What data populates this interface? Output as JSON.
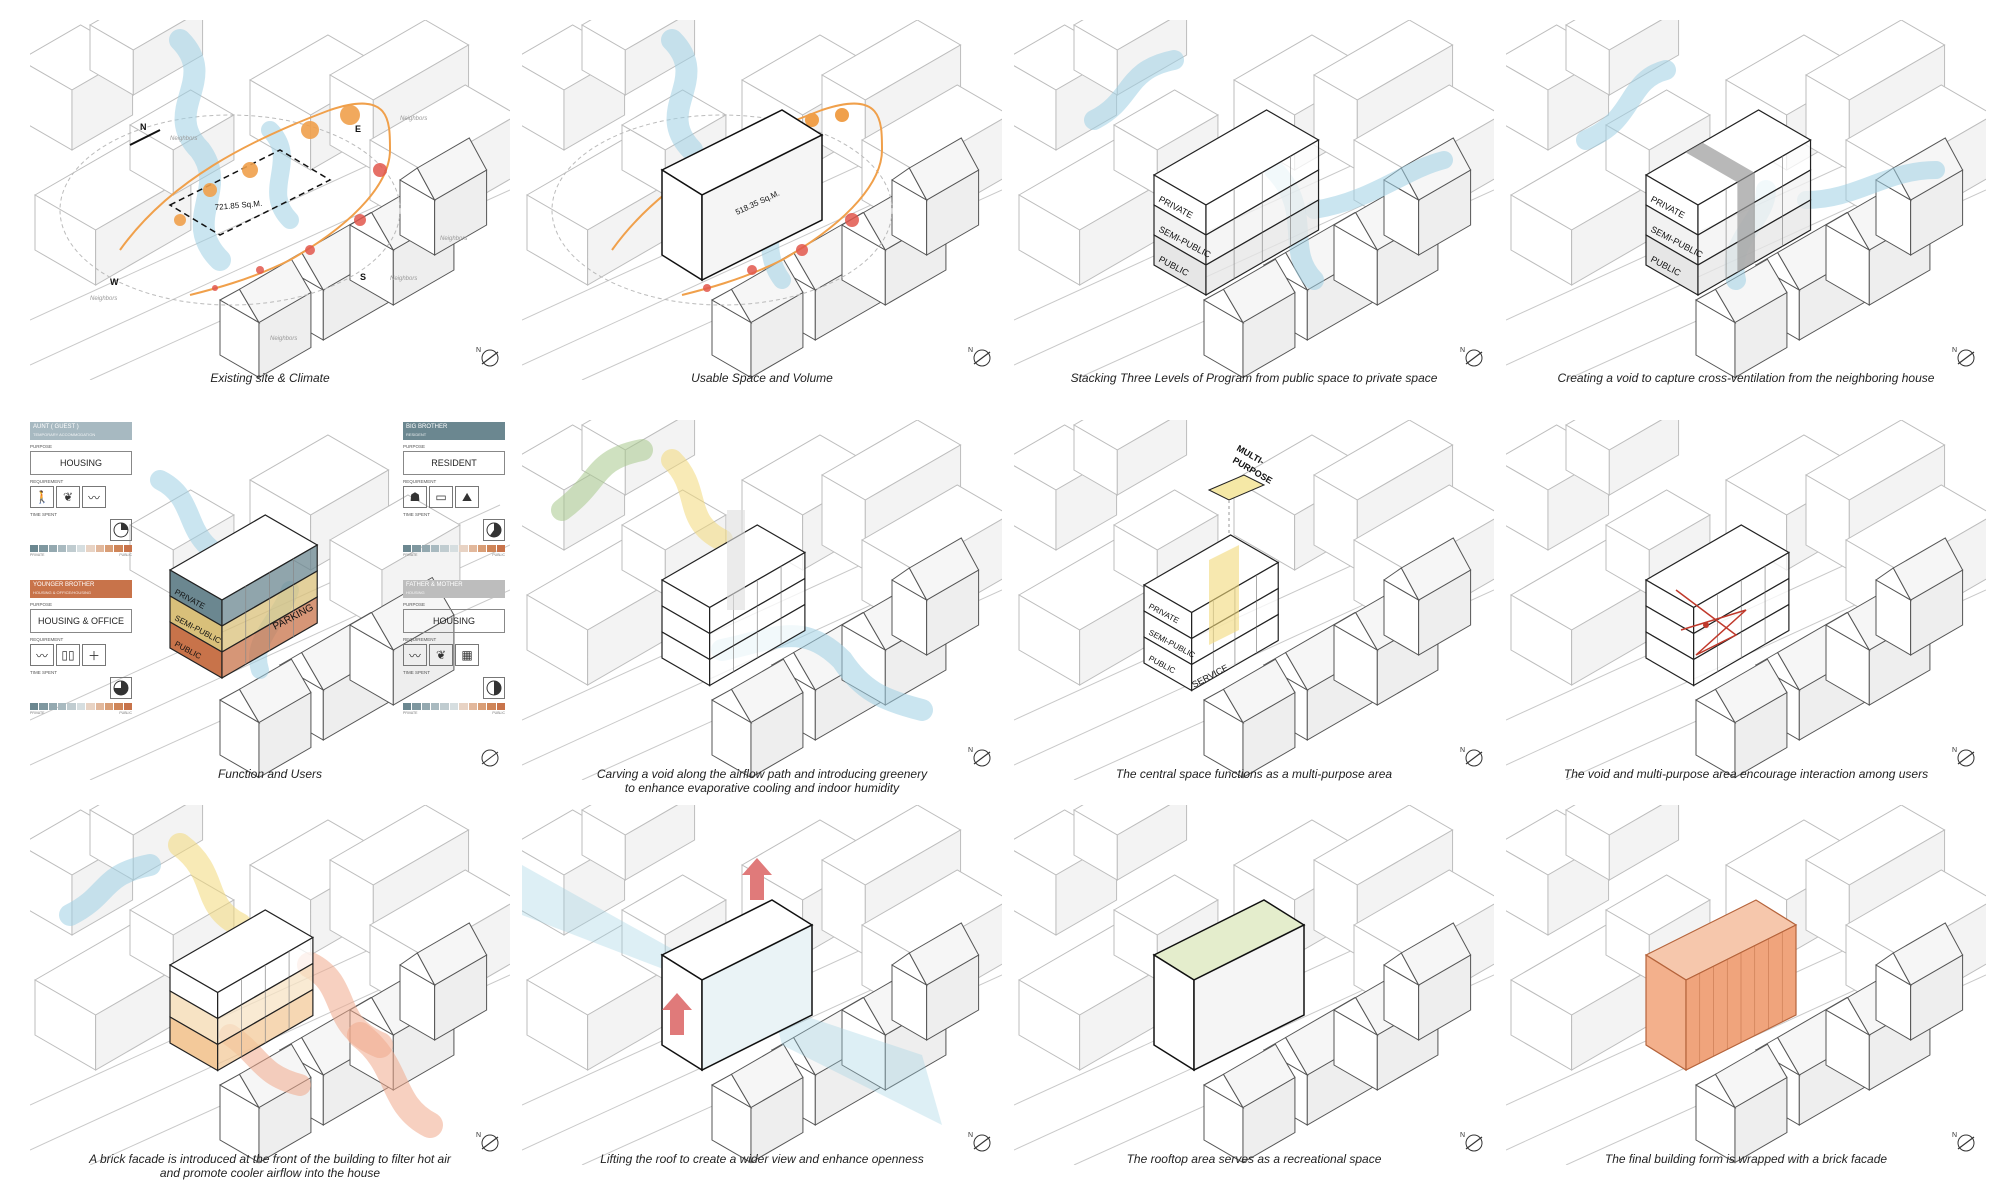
{
  "colors": {
    "private": "#6b8790",
    "semi_public": "#d9c07a",
    "public": "#c8734a",
    "wind": "#9fd0e3",
    "heat": "#f1a98c",
    "sun": "#f2d97a",
    "green": "#a7c98d",
    "sunpath_morning": "#f0a04b",
    "sunpath_evening": "#e2574c",
    "brick": "#f3b08c"
  },
  "panels": [
    {
      "caption": "Existing site & Climate",
      "area_label": "721.85 Sq.M.",
      "neighbors_label": "Neighbors",
      "compass": [
        "N",
        "E",
        "S",
        "W"
      ]
    },
    {
      "caption": "Usable Space and Volume",
      "area_label": "518.35 Sq.M."
    },
    {
      "caption": "Stacking Three Levels of Program from public space to private space",
      "levels": [
        "PRIVATE",
        "SEMI-PUBLIC",
        "PUBLIC"
      ]
    },
    {
      "caption": "Creating a void to capture cross-ventilation from the neighboring house",
      "levels": [
        "PRIVATE",
        "SEMI-PUBLIC",
        "PUBLIC"
      ]
    },
    {
      "caption": "Function and Users",
      "levels": [
        "PRIVATE",
        "SEMI-PUBLIC",
        "PUBLIC"
      ],
      "parking_label": "PARKING",
      "user_cards": [
        {
          "title": "AUNT ( GUEST )",
          "subtitle": "TEMPORARY ACCOMMODATION",
          "purpose_label": "PURPOSE",
          "purpose": "HOUSING",
          "requirement_label": "REQUIREMENT",
          "icons": [
            "person-icon",
            "leaf-icon",
            "wind-icon"
          ],
          "time_label": "TIME SPENT",
          "time_fraction": 0.25,
          "scale_private": "PRIVATE",
          "scale_public": "PUBLIC"
        },
        {
          "title": "BIG BROTHER",
          "subtitle": "RESIDENT",
          "purpose_label": "PURPOSE",
          "purpose": "RESIDENT",
          "requirement_label": "REQUIREMENT",
          "icons": [
            "cat-icon",
            "laptop-icon",
            "meditation-icon"
          ],
          "time_label": "TIME SPENT",
          "time_fraction": 0.6,
          "scale_private": "PRIVATE",
          "scale_public": "PUBLIC"
        },
        {
          "title": "YOUNGER BROTHER",
          "subtitle": "HOUSING & OFFICE/HOUSING",
          "purpose_label": "PURPOSE",
          "purpose": "HOUSING & OFFICE",
          "requirement_label": "REQUIREMENT",
          "icons": [
            "wind-icon",
            "book-icon",
            "plus-icon"
          ],
          "time_label": "TIME SPENT",
          "time_fraction": 0.75,
          "scale_private": "PRIVATE",
          "scale_public": "PUBLIC"
        },
        {
          "title": "FATHER & MOTHER",
          "subtitle": "HOUSING",
          "purpose_label": "PURPOSE",
          "purpose": "HOUSING",
          "requirement_label": "REQUIREMENT",
          "icons": [
            "wind-icon",
            "leaf-icon",
            "brick-icon"
          ],
          "time_label": "TIME SPENT",
          "time_fraction": 0.5,
          "scale_private": "PRIVATE",
          "scale_public": "PUBLIC"
        }
      ]
    },
    {
      "caption_lines": [
        "Carving a void along the airflow path and introducing greenery",
        "to enhance evaporative cooling and indoor humidity"
      ]
    },
    {
      "caption": "The central space functions as a multi-purpose area",
      "multi_purpose_label": [
        "MULTI-",
        "PURPOSE"
      ],
      "levels": [
        "PRIVATE",
        "SEMI-PUBLIC",
        "PUBLIC"
      ],
      "service_label": "SERVICE"
    },
    {
      "caption": "The void and multi-purpose area encourage interaction among users"
    },
    {
      "caption_lines": [
        "A brick facade is introduced at the front of the building to filter hot air",
        "and promote cooler airflow into the house"
      ]
    },
    {
      "caption": "Lifting the roof to create a wider view and enhance openness"
    },
    {
      "caption": "The rooftop area serves as a recreational space"
    },
    {
      "caption": "The final building form is wrapped with a brick facade"
    }
  ]
}
